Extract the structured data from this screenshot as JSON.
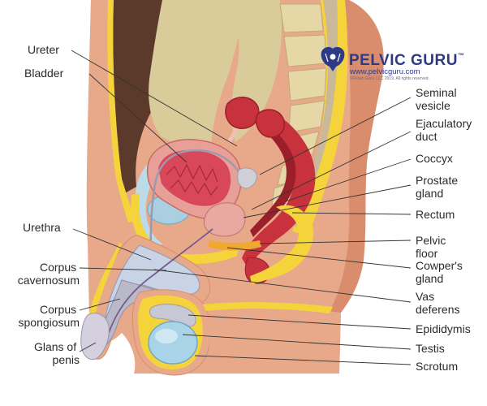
{
  "brand": {
    "name": "PELVIC GURU",
    "trademark": "™",
    "url": "www.pelvicguru.com",
    "copyright": "©Pelvic Guru, LLC 2019. All rights reserved."
  },
  "labels_left": [
    {
      "key": "ureter",
      "lines": [
        "Ureter"
      ]
    },
    {
      "key": "bladder",
      "lines": [
        "Bladder"
      ]
    },
    {
      "key": "urethra",
      "lines": [
        "Urethra"
      ]
    },
    {
      "key": "corpus-cavernosum",
      "lines": [
        "Corpus",
        "cavernosum"
      ]
    },
    {
      "key": "corpus-spongiosum",
      "lines": [
        "Corpus",
        "spongiosum"
      ]
    },
    {
      "key": "glans-of-penis",
      "lines": [
        "Glans of",
        "penis"
      ]
    }
  ],
  "labels_right": [
    {
      "key": "seminal-vesicle",
      "lines": [
        "Seminal",
        "vesicle"
      ]
    },
    {
      "key": "ejaculatory-duct",
      "lines": [
        "Ejaculatory",
        "duct"
      ]
    },
    {
      "key": "coccyx",
      "lines": [
        "Coccyx"
      ]
    },
    {
      "key": "prostate-gland",
      "lines": [
        "Prostate",
        "gland"
      ]
    },
    {
      "key": "rectum",
      "lines": [
        "Rectum"
      ]
    },
    {
      "key": "pelvic-floor",
      "lines": [
        "Pelvic",
        "floor"
      ]
    },
    {
      "key": "cowpers-gland",
      "lines": [
        "Cowper's",
        "gland"
      ]
    },
    {
      "key": "vas-deferens",
      "lines": [
        "Vas",
        "deferens"
      ]
    },
    {
      "key": "epididymis",
      "lines": [
        "Epididymis"
      ]
    },
    {
      "key": "testis",
      "lines": [
        "Testis"
      ]
    },
    {
      "key": "scrotum",
      "lines": [
        "Scrotum"
      ]
    }
  ],
  "colors": {
    "skin": "#e8a98a",
    "skin_dark": "#d98d6c",
    "bone": "#d9cb9a",
    "fat": "#f5d33a",
    "muscle_red": "#c8323c",
    "muscle_dark": "#9a1f2a",
    "peritoneum_blue": "#bcdbe8",
    "testis_blue": "#a9d3e6",
    "spongy_gray": "#b9b9c9",
    "brand_blue": "#2e3a87"
  }
}
